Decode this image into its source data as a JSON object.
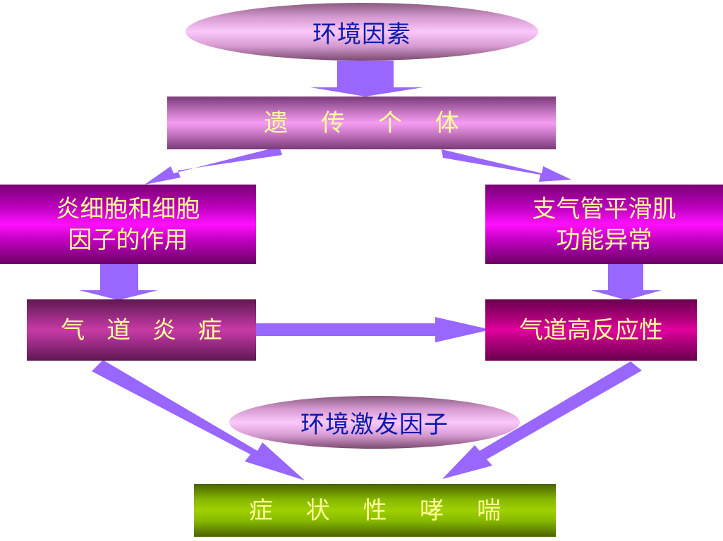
{
  "nodes": {
    "env_factors": "环境因素",
    "genetic_individual": "遗 传 个 体",
    "inflammatory_cells": [
      "炎细胞和细胞",
      "因子的作用"
    ],
    "smooth_muscle": [
      "支气管平滑肌",
      "功能异常"
    ],
    "airway_inflammation": "气 道 炎 症",
    "airway_hyperresponsiveness": "气道高反应性",
    "env_triggers": "环境激发因子",
    "symptomatic_asthma": "症 状 性 哮 喘"
  },
  "colors": {
    "arrow": "#9966ff",
    "ellipse_text": "#0a1aa8",
    "box_text": "#ffff99",
    "bottom_box": "#9fd000"
  },
  "edges": [
    {
      "from": "env_factors",
      "to": "genetic_individual"
    },
    {
      "from": "genetic_individual",
      "to": "inflammatory_cells"
    },
    {
      "from": "genetic_individual",
      "to": "smooth_muscle"
    },
    {
      "from": "inflammatory_cells",
      "to": "airway_inflammation"
    },
    {
      "from": "smooth_muscle",
      "to": "airway_hyperresponsiveness"
    },
    {
      "from": "airway_inflammation",
      "to": "airway_hyperresponsiveness"
    },
    {
      "from": "airway_inflammation",
      "to": "symptomatic_asthma"
    },
    {
      "from": "airway_hyperresponsiveness",
      "to": "symptomatic_asthma"
    }
  ]
}
